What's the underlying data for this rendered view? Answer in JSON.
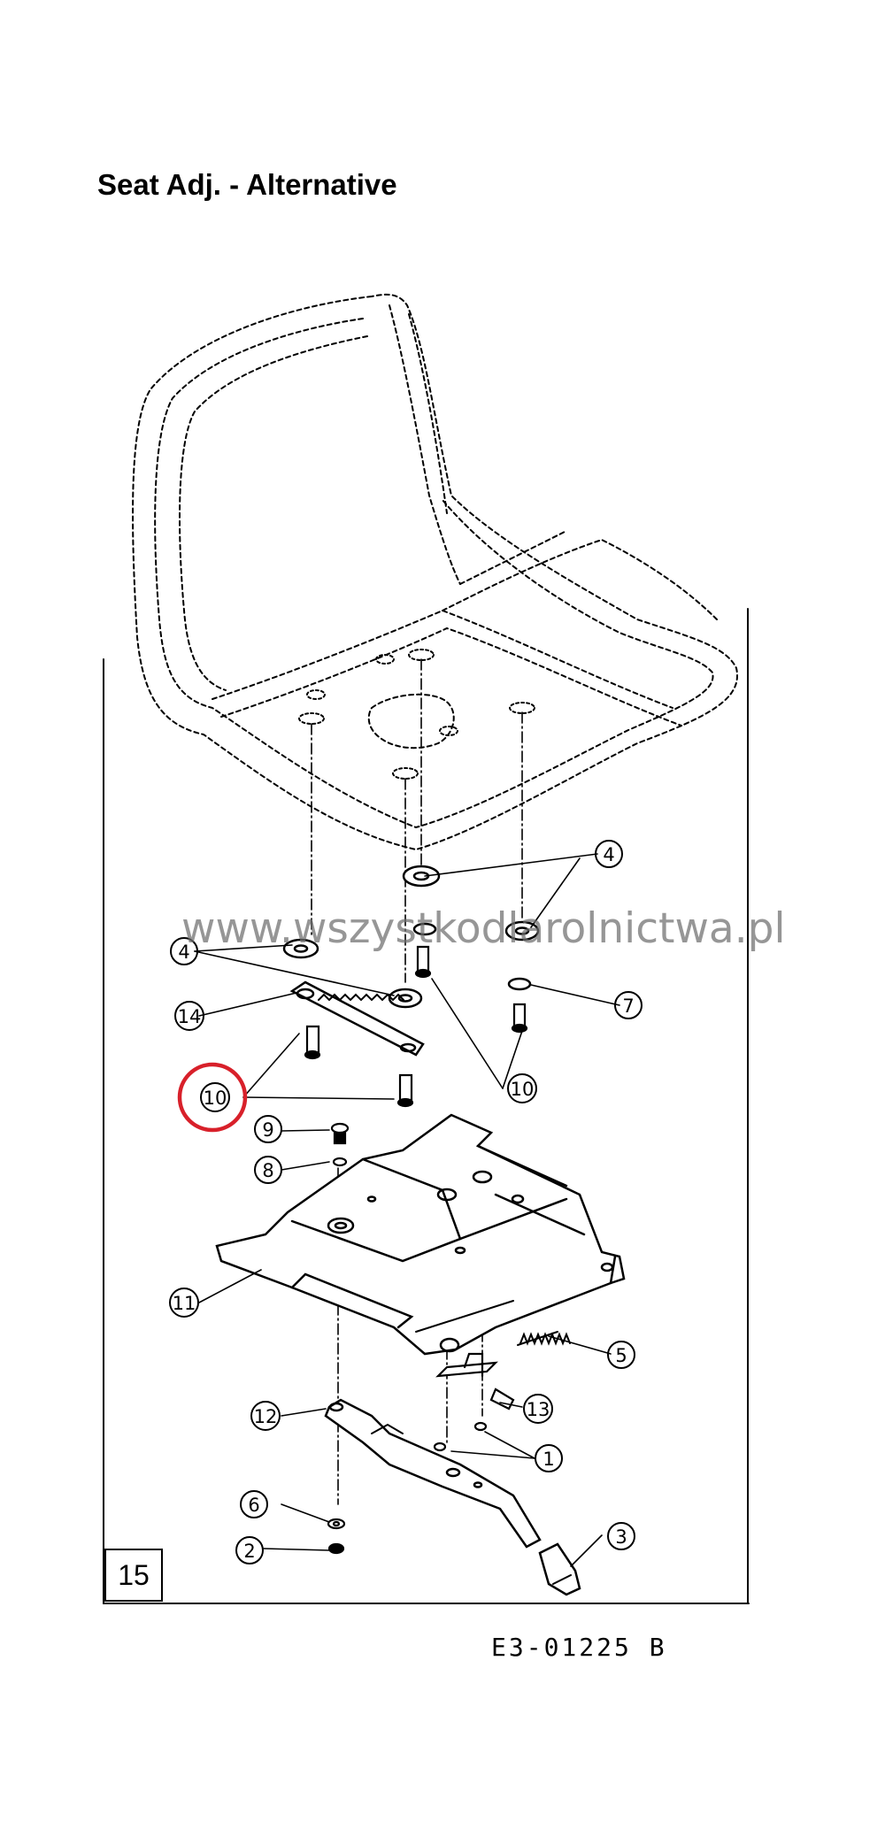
{
  "title": "Seat Adj. - Alternative",
  "page_number": "15",
  "reference": "E3-01225 B",
  "watermark": "www.wszystkodlarolnictwa.pl",
  "highlight_color": "#d8202a",
  "callouts": {
    "c1": "1",
    "c2": "2",
    "c3": "3",
    "c4a": "4",
    "c4b": "4",
    "c5": "5",
    "c6": "6",
    "c7": "7",
    "c8": "8",
    "c9": "9",
    "c10a": "10",
    "c10b": "10",
    "c11": "11",
    "c12": "12",
    "c13": "13",
    "c14": "14"
  }
}
